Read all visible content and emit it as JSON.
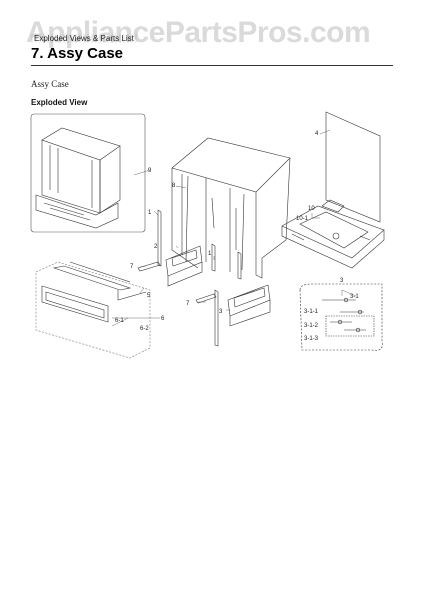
{
  "header": {
    "watermark": "AppliancePartsPros.com",
    "breadcrumb": "Exploded Views & Parts List",
    "title": "7.  Assy Case"
  },
  "body": {
    "subtitle": "Assy Case",
    "section": "Exploded View"
  },
  "callouts": {
    "c1a": "1",
    "c1b": "1",
    "c2": "2",
    "c3a": "3",
    "c3b": "3",
    "c4": "4",
    "c5": "5",
    "c6": "6",
    "c6_1": "6-1",
    "c6_2": "6-2",
    "c7a": "7",
    "c7b": "7",
    "c8": "8",
    "c9": "9",
    "c10": "10",
    "c10_1": "10-1",
    "c3_1": "3-1",
    "c3_1_1": "3-1-1",
    "c3_1_2": "3-1-2",
    "c3_1_3": "3-1-3"
  }
}
